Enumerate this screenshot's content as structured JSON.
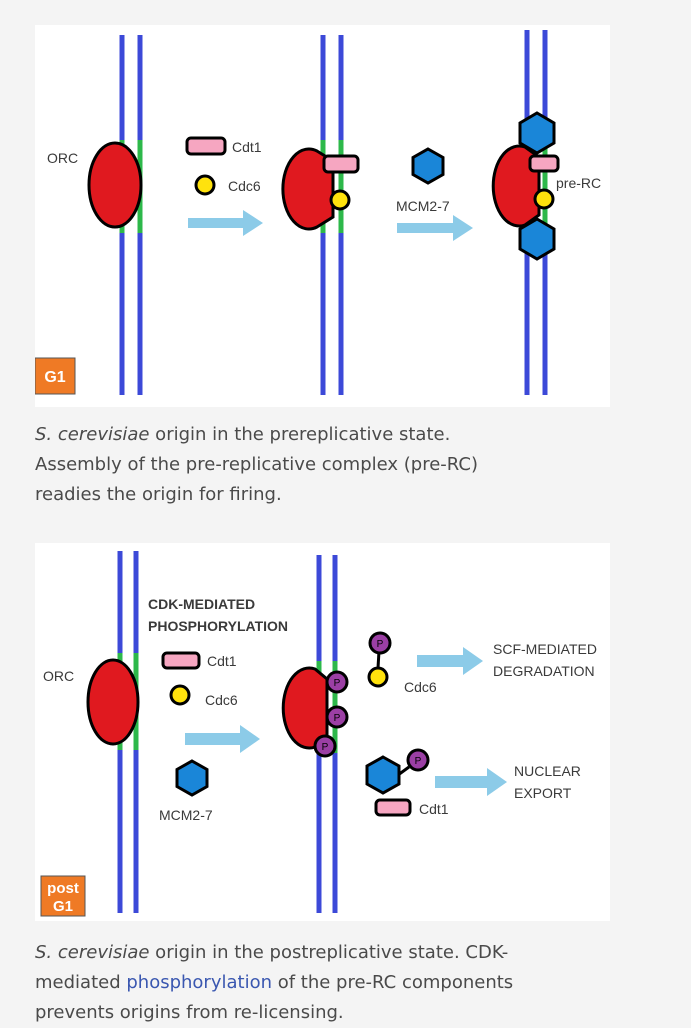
{
  "figure1": {
    "labels": {
      "orc": "ORC",
      "cdt1": "Cdt1",
      "cdc6": "Cdc6",
      "mcm": "MCM2-7",
      "prerc": "pre-RC",
      "stage": "G1"
    }
  },
  "caption1": {
    "species": "S. cerevisiae",
    "line1_rest": " origin in the prereplicative state.",
    "line2": "Assembly of the pre-replicative complex (pre-RC)",
    "line3": "readies the origin for firing."
  },
  "figure2": {
    "labels": {
      "orc": "ORC",
      "heading1": "CDK-MEDIATED",
      "heading2": "PHOSPHORYLATION",
      "cdt1": "Cdt1",
      "cdc6": "Cdc6",
      "mcm": "MCM2-7",
      "p": "P",
      "cdc6_right": "Cdc6",
      "cdt1_right": "Cdt1",
      "scf1": "SCF-MEDIATED",
      "scf2": "DEGRADATION",
      "nuc1": "NUCLEAR",
      "nuc2": "EXPORT",
      "stage1": "post",
      "stage2": "G1"
    }
  },
  "caption2": {
    "species": "S. cerevisiae",
    "line1_rest": " origin in the postreplicative state. CDK-",
    "line2_pre": "mediated ",
    "line2_link": "phosphorylation",
    "line2_post": " of the pre-RC components",
    "line3": "prevents origins from re-licensing."
  },
  "colors": {
    "dna": "#3c49d8",
    "origin": "#2db84a",
    "orc": "#e0191f",
    "cdt1": "#f6a6c1",
    "cdc6": "#ffe20d",
    "mcm": "#1a86d8",
    "phospho": "#9b3fa4",
    "arrow": "#8ccbe8",
    "stage": "#ef7a25",
    "link": "#3a57b0"
  }
}
